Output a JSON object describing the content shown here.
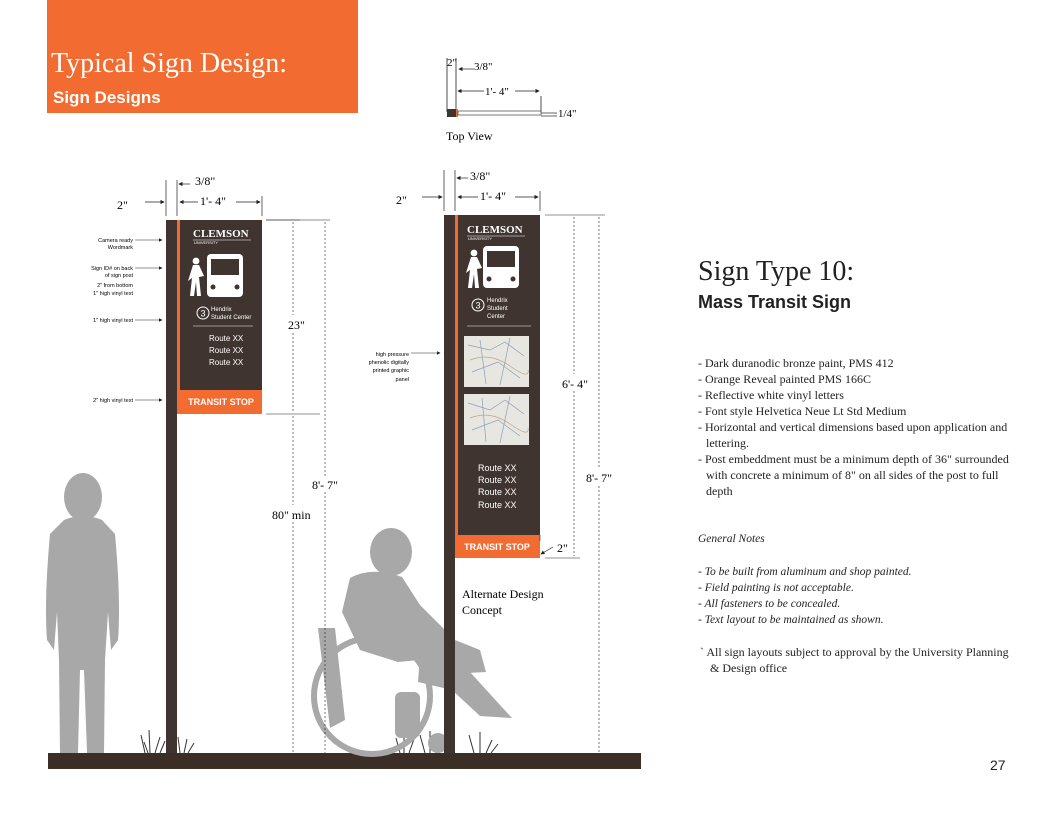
{
  "header": {
    "title": "Typical Sign Design:",
    "subtitle": "Sign Designs",
    "color": "#f26b30"
  },
  "top_view": {
    "caption": "Top View",
    "dim_post": "2\"",
    "dim_reveal": "3/8\"",
    "dim_width": "1'- 4\"",
    "dim_thickness": "1/4\""
  },
  "sign_a": {
    "dim_post": "2\"",
    "dim_reveal": "3/8\"",
    "dim_width": "1'- 4\"",
    "dim_panel_height": "23\"",
    "dim_total_height": "8'- 7\"",
    "dim_clearance": "80\" min",
    "wordmark": "CLEMSON",
    "wordmark_sub": "UNIVERSITY",
    "stop_number": "3",
    "stop_name_line1": "Hendrix",
    "stop_name_line2": "Student Center",
    "routes": [
      "Route XX",
      "Route XX",
      "Route XX"
    ],
    "band_text": "TRANSIT STOP",
    "callouts": {
      "wordmark_line1": "Camera ready",
      "wordmark_line2": "Wordmark",
      "signid_line1": "Sign ID# on back",
      "signid_line2": "of sign post",
      "signid_line3": "2\" from bottom",
      "signid_line4": "1\" high vinyl text",
      "text_1in": "1\" high vinyl text",
      "text_2in": "2\" high vinyl text"
    }
  },
  "sign_b": {
    "dim_post": "2\"",
    "dim_reveal": "3/8\"",
    "dim_width": "1'- 4\"",
    "dim_panel_height": "6'- 4\"",
    "dim_total_height": "8'- 7\"",
    "dim_bottom": "2\"",
    "wordmark": "CLEMSON",
    "wordmark_sub": "UNIVERSITY",
    "stop_number": "3",
    "stop_name_line1": "Hendrix",
    "stop_name_line2": "Student",
    "stop_name_line3": "Center",
    "routes": [
      "Route XX",
      "Route XX",
      "Route XX",
      "Route XX"
    ],
    "band_text": "TRANSIT STOP",
    "callout_line1": "high pressure",
    "callout_line2": "phenolic digitally",
    "callout_line3": "printed graphic",
    "callout_line4": "panel",
    "caption_line1": "Alternate Design",
    "caption_line2": "Concept"
  },
  "colors": {
    "bronze": "#3f342f",
    "orange": "#f26b30",
    "figure_gray": "#a8a8a8",
    "ground": "#3a2e27"
  },
  "spec": {
    "title": "Sign Type 10:",
    "subtitle": "Mass Transit Sign",
    "items": [
      "- Dark duranodic bronze paint, PMS 412",
      "- Orange Reveal painted PMS 166C",
      "- Reflective white vinyl letters",
      "- Font style Helvetica Neue Lt Std Medium",
      "- Horizontal and vertical dimensions based upon application and lettering.",
      "- Post embeddment must be a minimum depth of 36\" surrounded with concrete a minimum of 8\" on all sides of the post to full depth"
    ],
    "notes_title": "General Notes",
    "notes": [
      "- To be built from aluminum and shop painted.",
      "- Field painting is not acceptable.",
      "- All fasteners to be concealed.",
      "- Text layout to be maintained as shown."
    ],
    "approval": "` All sign layouts subject to approval by the University Planning & Design office"
  },
  "page_number": "27"
}
